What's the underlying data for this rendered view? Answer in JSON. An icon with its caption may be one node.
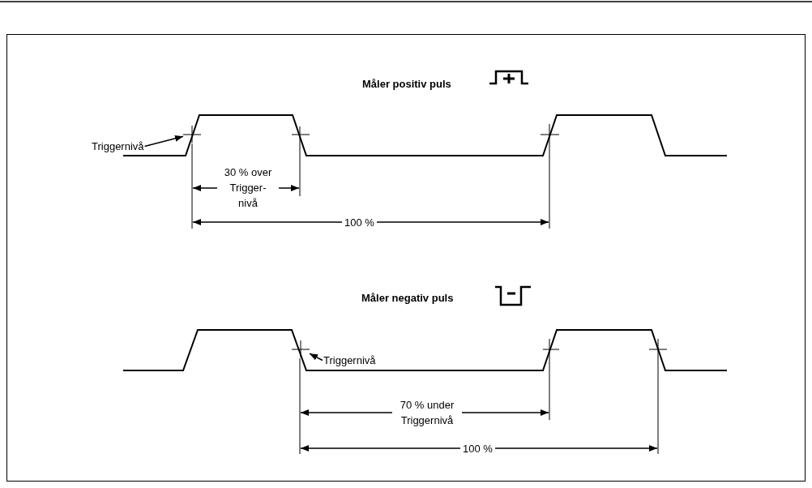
{
  "diagram": {
    "nodes": [
      {
        "text": [
          "Triggernivå"
        ]
      },
      {
        "text": [
          "Triggernivå"
        ]
      },
      {
        "text": [],
        "shape": "cross"
      },
      {
        "text": [],
        "shape": "cross"
      }
    ],
    "edges": [
      {
        "from": 0,
        "to": 2,
        "arrow": "to"
      },
      {
        "from": 1,
        "to": 3,
        "arrow": "to"
      }
    ],
    "labels": [
      "Måler positiv puls",
      "30 % over Trigger- nivå",
      "100 %",
      "Måler negativ puls",
      "70 % under Triggernivå",
      "100 %"
    ]
  }
}
